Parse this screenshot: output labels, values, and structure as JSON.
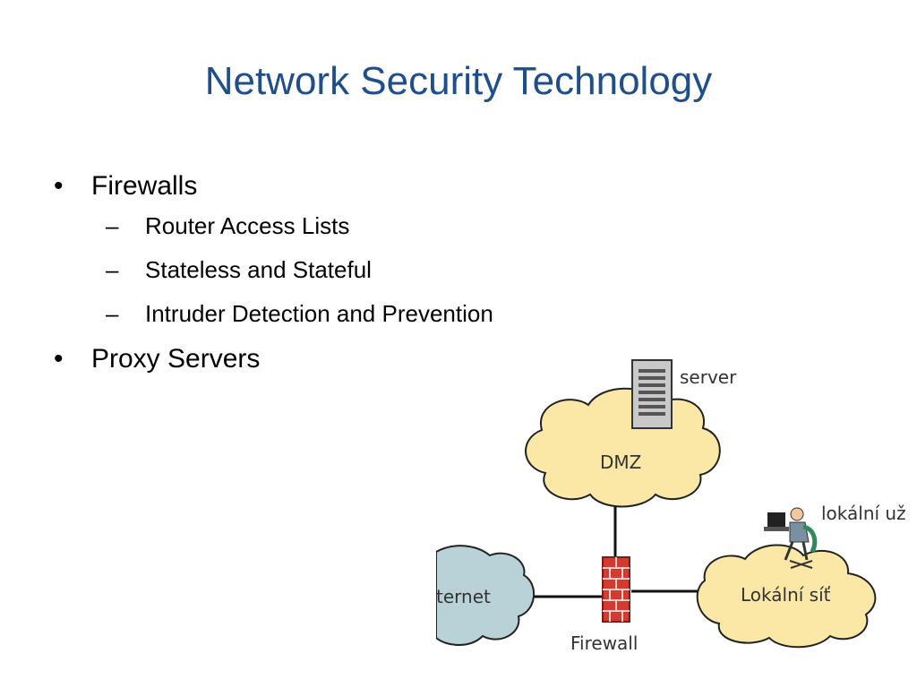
{
  "slide": {
    "title": "Network Security Technology",
    "bullets": [
      {
        "label": "Firewalls",
        "subitems": [
          "Router Access Lists",
          "Stateless and Stateful",
          "Intruder Detection and Prevention"
        ]
      },
      {
        "label": "Proxy Servers"
      }
    ],
    "bullet_glyph": "•",
    "dash_glyph": "–"
  },
  "diagram": {
    "labels": {
      "server": "server",
      "dmz": "DMZ",
      "user": "lokální už",
      "internet": "ternet",
      "local_network": "Lokální síť",
      "firewall": "Firewall"
    },
    "colors": {
      "cloud_yellow": "#fbe8a6",
      "cloud_blue": "#b9d2d8",
      "brick": "#d43a2f",
      "title_blue": "#1f4e8c"
    },
    "icons": [
      "server-icon",
      "firewall-brick-icon",
      "user-at-computer-icon",
      "cloud-icon"
    ]
  }
}
